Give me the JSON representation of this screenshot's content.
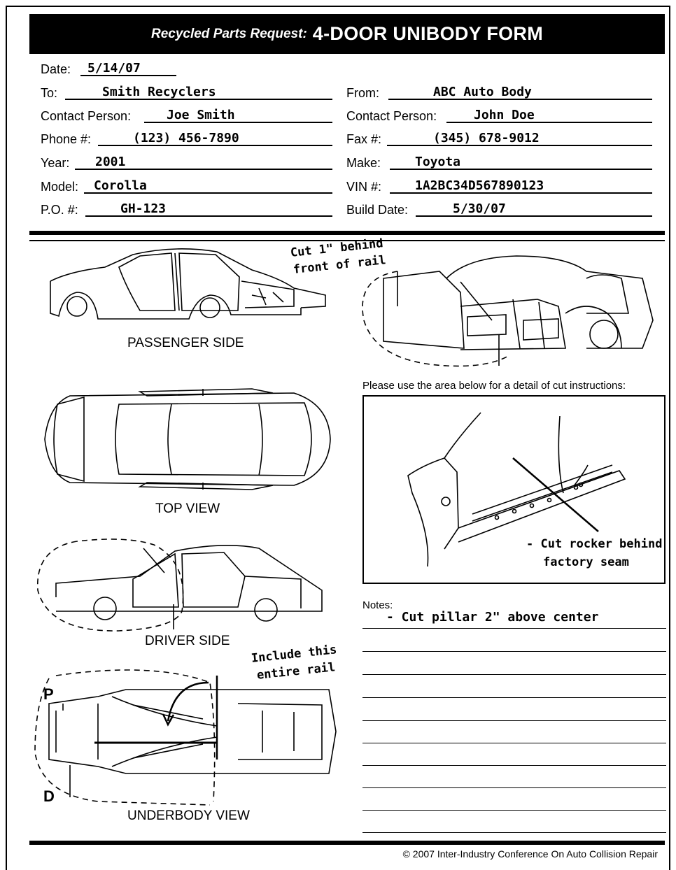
{
  "header": {
    "title_prefix": "Recycled Parts Request:",
    "title_main": "4-DOOR UNIBODY FORM"
  },
  "fields": {
    "date": {
      "label": "Date:",
      "value": "5/14/07"
    },
    "to": {
      "label": "To:",
      "value": "Smith Recyclers"
    },
    "from": {
      "label": "From:",
      "value": "ABC Auto Body"
    },
    "contact_left": {
      "label": "Contact Person:",
      "value": "Joe Smith"
    },
    "contact_right": {
      "label": "Contact Person:",
      "value": "John Doe"
    },
    "phone": {
      "label": "Phone #:",
      "value": "(123) 456-7890"
    },
    "fax": {
      "label": "Fax #:",
      "value": "(345) 678-9012"
    },
    "year": {
      "label": "Year:",
      "value": "2001"
    },
    "make": {
      "label": "Make:",
      "value": "Toyota"
    },
    "model": {
      "label": "Model:",
      "value": "Corolla"
    },
    "vin": {
      "label": "VIN #:",
      "value": "1A2BC34D567890123"
    },
    "po": {
      "label": "P.O. #:",
      "value": "GH-123"
    },
    "build_date": {
      "label": "Build Date:",
      "value": "5/30/07"
    }
  },
  "views": {
    "passenger": "PASSENGER SIDE",
    "top": "TOP VIEW",
    "driver": "DRIVER SIDE",
    "underbody": "UNDERBODY VIEW"
  },
  "annotations": {
    "cut_rail_line1": "Cut 1\" behind",
    "cut_rail_line2": "front of rail",
    "include_line1": "Include this",
    "include_line2": "entire rail",
    "rocker_line1": "- Cut rocker behind",
    "rocker_line2": "factory seam",
    "p_marker": "P",
    "d_marker": "D"
  },
  "detail": {
    "instruction": "Please use the area below for a detail of cut instructions:"
  },
  "notes": {
    "label": "Notes:",
    "entry": "- Cut pillar 2\" above center"
  },
  "footer": {
    "copyright": "© 2007 Inter-Industry Conference On Auto Collision Repair"
  }
}
